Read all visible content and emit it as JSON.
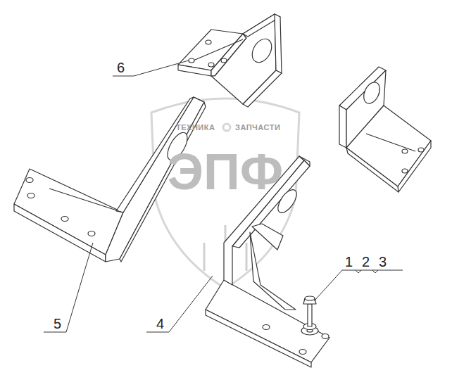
{
  "diagram": {
    "labels": [
      "6",
      "5",
      "4",
      "1",
      "2",
      "3",
      "ТЕХНИКА",
      "ЗАПЧАСТИ",
      "ЭПФ"
    ]
  }
}
